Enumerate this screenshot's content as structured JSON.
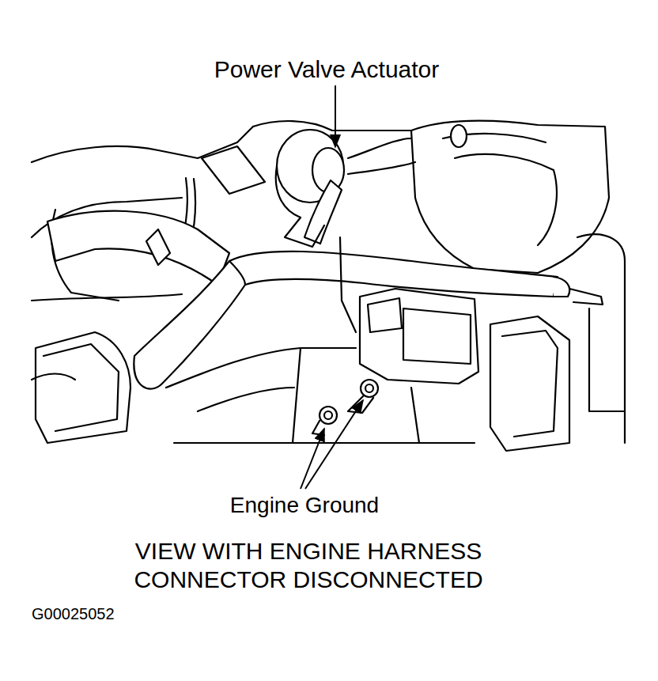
{
  "diagram": {
    "caption": "VIEW WITH ENGINE HARNESS CONNECTOR DISCONNECTED",
    "labels": [
      "Power Valve Actuator",
      "Engine Ground",
      "G00025052"
    ]
  }
}
